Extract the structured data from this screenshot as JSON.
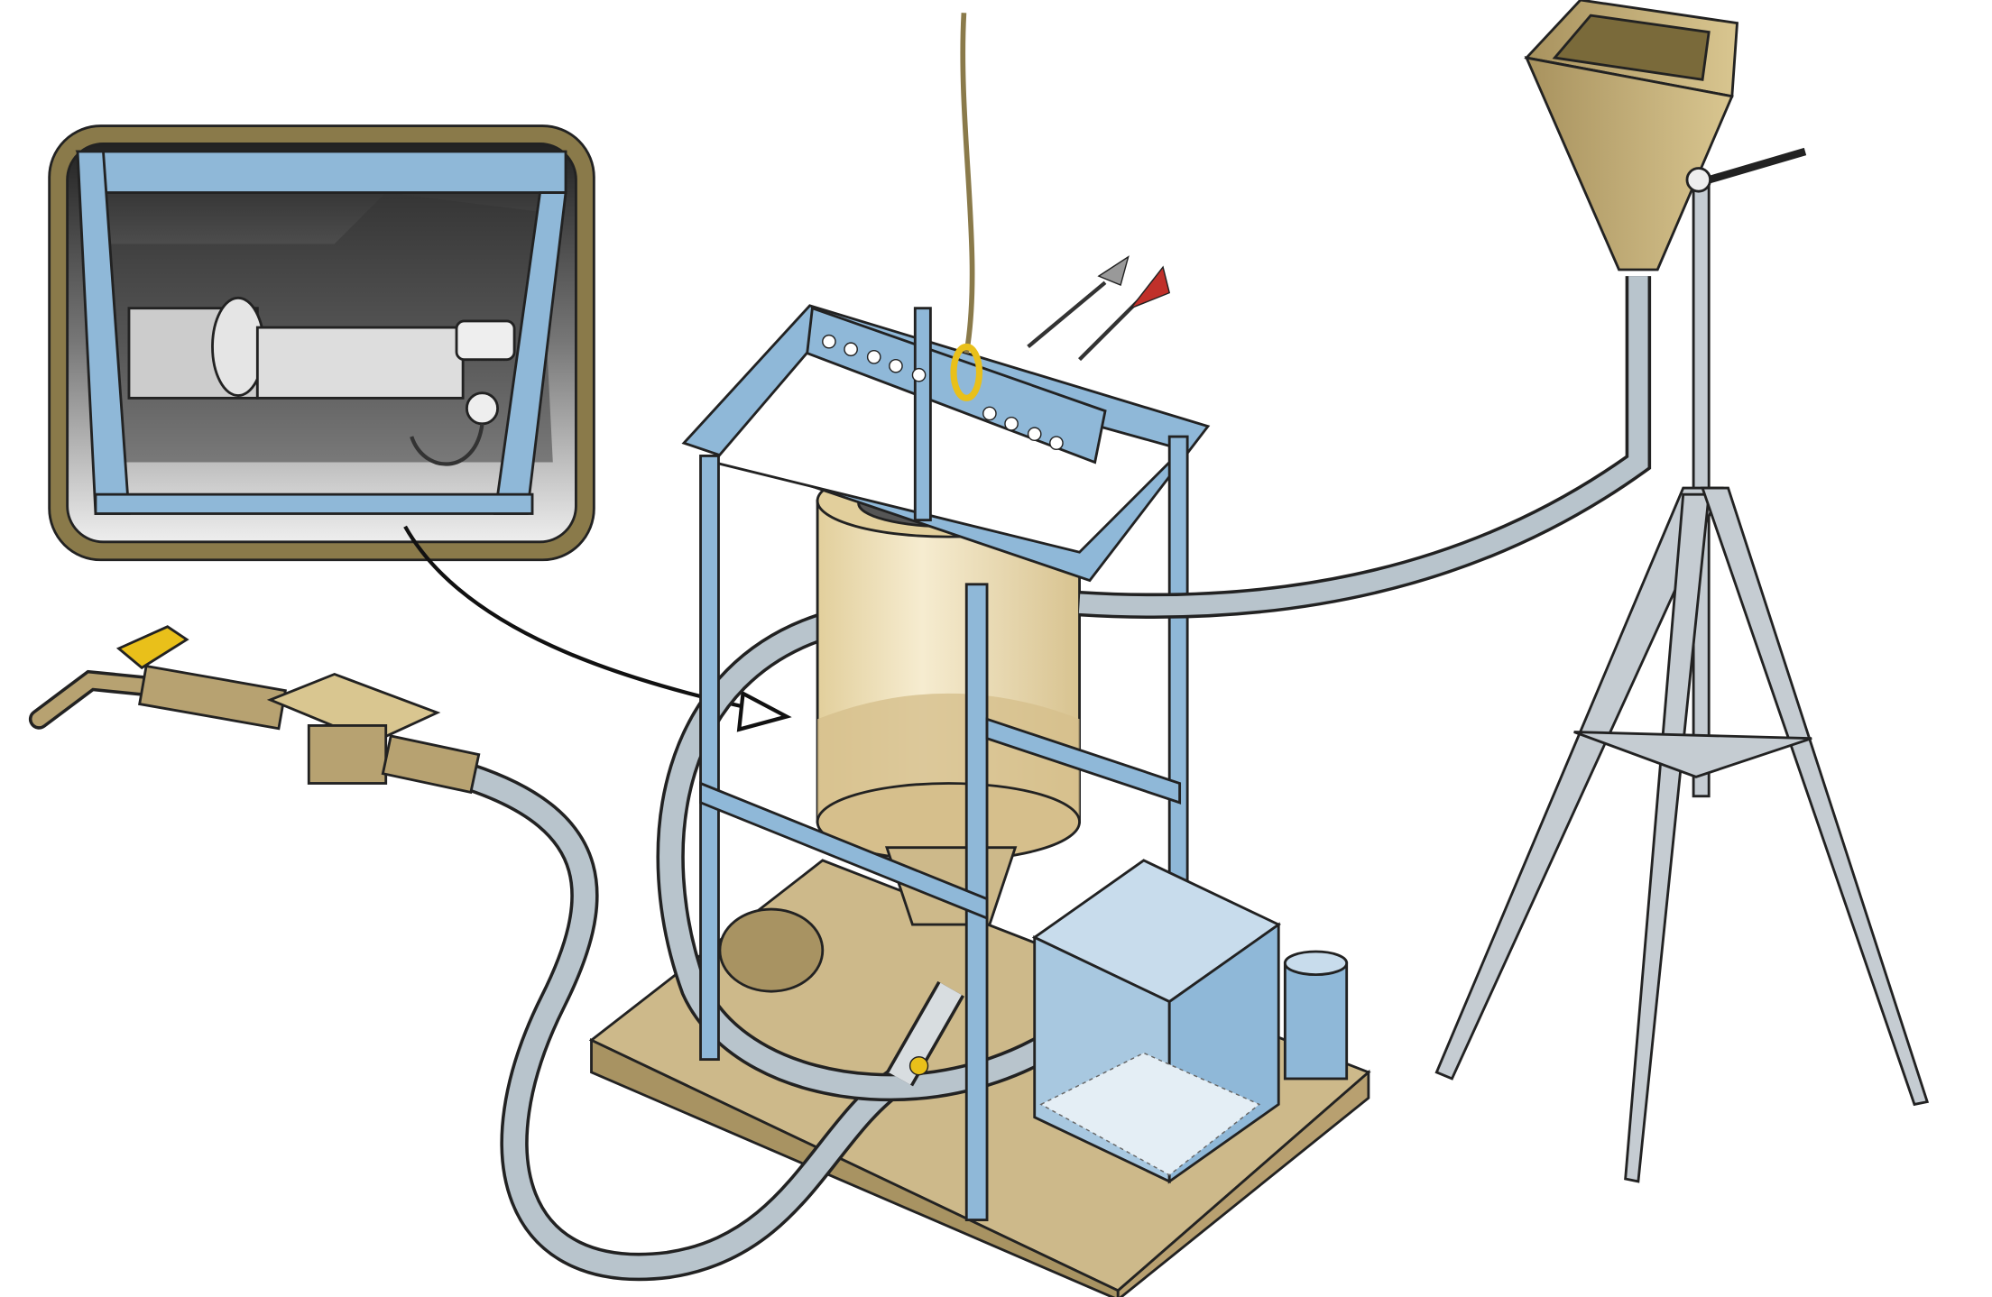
{
  "illustration": {
    "components": [
      "inset-detail",
      "pointer-arrow",
      "faucet",
      "pressure-regulator",
      "water-hose",
      "pallet-base",
      "steel-frame",
      "tank",
      "submersible-pump",
      "filter-box",
      "cup",
      "lifting-rope",
      "battery-clamps",
      "discharge-tube",
      "tripod",
      "hopper"
    ]
  },
  "colors": {
    "frame": "#8fb8d8",
    "tank": "#e9d9b0",
    "tank_liquid": "#d6bf8c",
    "hose": "#b8c4cc",
    "brass": "#b7a271",
    "pallet": "#cdb98a",
    "inset_border": "#8a7a4a",
    "clamp_red": "#c0302a",
    "valve_yellow": "#e9c01a"
  }
}
